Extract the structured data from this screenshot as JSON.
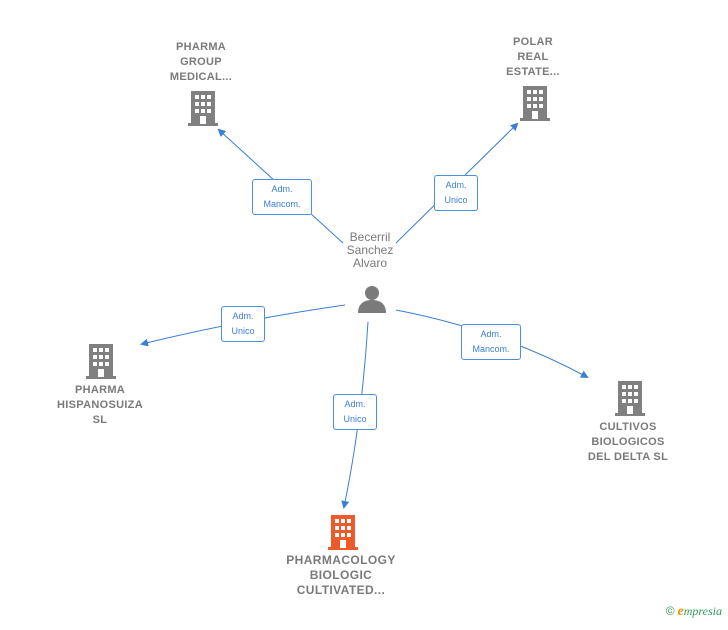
{
  "colors": {
    "edge": "#3a7fd4",
    "building": "#808080",
    "building_main": "#f05a28",
    "person": "#7a7a7a",
    "brand_green": "#2e9b5c",
    "brand_orange": "#f39200"
  },
  "person": {
    "name_lines": [
      "Becerril",
      "Sanchez",
      "Alvaro"
    ],
    "icon": "person-icon"
  },
  "companies": [
    {
      "id": "pharma-group",
      "lines": [
        "PHARMA",
        "GROUP",
        "MEDICAL..."
      ],
      "icon": "building-icon"
    },
    {
      "id": "polar-real",
      "lines": [
        "POLAR",
        "REAL",
        "ESTATE..."
      ],
      "icon": "building-icon"
    },
    {
      "id": "pharma-hispanosuiza",
      "lines": [
        "PHARMA",
        "HISPANOSUIZA",
        "SL"
      ],
      "icon": "building-icon"
    },
    {
      "id": "cultivos",
      "lines": [
        "CULTIVOS",
        "BIOLOGICOS",
        "DEL DELTA  SL"
      ],
      "icon": "building-icon"
    },
    {
      "id": "pharmacology",
      "lines": [
        "PHARMACOLOGY",
        "BIOLOGIC",
        "CULTIVATED..."
      ],
      "icon": "building-icon",
      "highlight": true
    }
  ],
  "edges": [
    {
      "to": "pharma-group",
      "label_lines": [
        "Adm.",
        "Mancom."
      ]
    },
    {
      "to": "polar-real",
      "label_lines": [
        "Adm.",
        "Unico"
      ]
    },
    {
      "to": "pharma-hispanosuiza",
      "label_lines": [
        "Adm.",
        "Unico"
      ]
    },
    {
      "to": "cultivos",
      "label_lines": [
        "Adm.",
        "Mancom."
      ]
    },
    {
      "to": "pharmacology",
      "label_lines": [
        "Adm.",
        "Unico"
      ]
    }
  ],
  "footer": {
    "copyright": "©",
    "brand_initial": "e",
    "brand_rest": "mpresia"
  }
}
